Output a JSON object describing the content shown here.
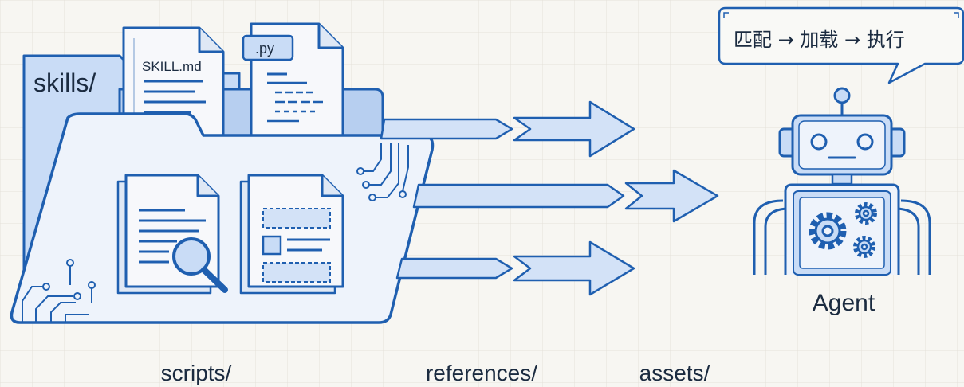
{
  "folder": {
    "label": "skills/"
  },
  "documents": {
    "skill_md": "SKILL.md",
    "py": ".py"
  },
  "agent": {
    "label": "Agent",
    "speech": "匹配 → 加载 → 执行"
  },
  "subfolders": [
    "scripts/",
    "references/",
    "assets/"
  ],
  "colors": {
    "stroke": "#1f5fb0",
    "folder_back": "#c9dcf6",
    "folder_front": "#eef3fb",
    "paper": "#f7f8fb",
    "arrow_fill": "#d3e2f7",
    "grid": "#e6e3dc",
    "background": "#f7f6f2"
  }
}
